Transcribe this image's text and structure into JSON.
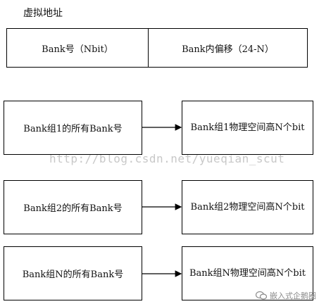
{
  "title": "虚拟地址",
  "address_fields": {
    "bank_number": "Bank号（Nbit）",
    "bank_offset": "Bank内偏移（24-N）"
  },
  "rows": [
    {
      "source": "Bank组1的所有Bank号",
      "target": "Bank组1物理空间高N个bit"
    },
    {
      "source": "Bank组2的所有Bank号",
      "target": "Bank组2物理空间高N个bit"
    },
    {
      "source": "Bank组N的所有Bank号",
      "target": "Bank组N物理空间高N个bit"
    }
  ],
  "watermark": "http://blog.csdn.net/yueqian_scut",
  "logo_text": "嵌入式企鹅圈"
}
